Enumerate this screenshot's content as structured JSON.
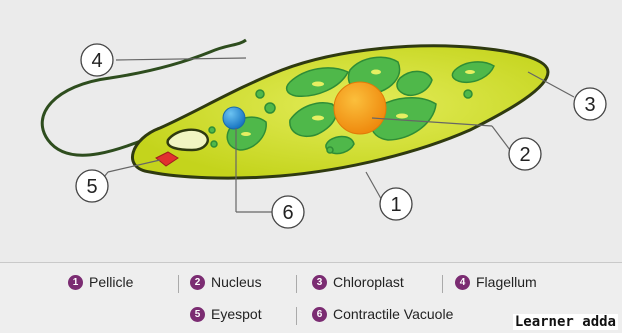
{
  "callouts": [
    {
      "id": "4",
      "text": "4"
    },
    {
      "id": "3",
      "text": "3"
    },
    {
      "id": "2",
      "text": "2"
    },
    {
      "id": "5",
      "text": "5"
    },
    {
      "id": "6",
      "text": "6"
    },
    {
      "id": "1",
      "text": "1"
    }
  ],
  "legend": [
    {
      "num": "1",
      "label": "Pellicle"
    },
    {
      "num": "2",
      "label": "Nucleus"
    },
    {
      "num": "3",
      "label": "Chloroplast"
    },
    {
      "num": "4",
      "label": "Flagellum"
    },
    {
      "num": "5",
      "label": "Eyespot"
    },
    {
      "num": "6",
      "label": "Contractile Vacuole"
    }
  ],
  "watermark": "Learner adda",
  "colors": {
    "body_fill": "#c9db1f",
    "body_outline": "#2f3a10",
    "chloroplast": "#4fb84a",
    "nucleus": "#f59b16",
    "vacuole": "#2a9be0",
    "eyespot": "#e1312f",
    "flagellum": "#2e4d1e",
    "legend_badge": "#7b2c72"
  }
}
